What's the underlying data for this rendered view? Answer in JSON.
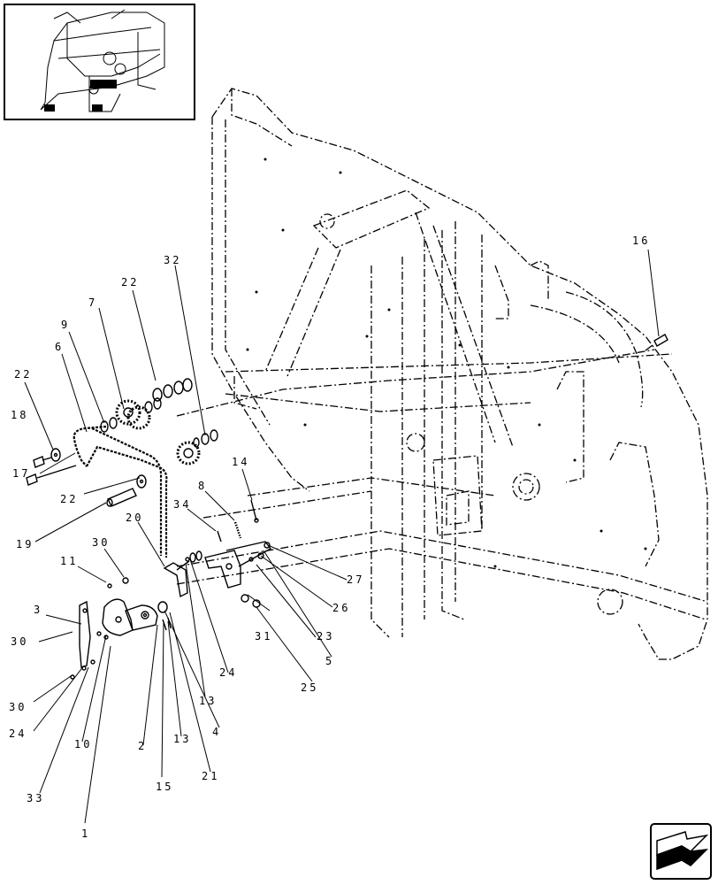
{
  "callouts": [
    {
      "id": "c16",
      "text": "16"
    },
    {
      "id": "c32",
      "text": "32"
    },
    {
      "id": "c22a",
      "text": "22"
    },
    {
      "id": "c7",
      "text": "7"
    },
    {
      "id": "c9",
      "text": "9"
    },
    {
      "id": "c6",
      "text": "6"
    },
    {
      "id": "c22b",
      "text": "22"
    },
    {
      "id": "c18",
      "text": "18"
    },
    {
      "id": "c17",
      "text": "17"
    },
    {
      "id": "c22c",
      "text": "22"
    },
    {
      "id": "c19",
      "text": "19"
    },
    {
      "id": "c14",
      "text": "14"
    },
    {
      "id": "c8",
      "text": "8"
    },
    {
      "id": "c34",
      "text": "34"
    },
    {
      "id": "c20",
      "text": "20"
    },
    {
      "id": "c30a",
      "text": "30"
    },
    {
      "id": "c11",
      "text": "11"
    },
    {
      "id": "c27",
      "text": "27"
    },
    {
      "id": "c26",
      "text": "26"
    },
    {
      "id": "c3",
      "text": "3"
    },
    {
      "id": "c30b",
      "text": "30"
    },
    {
      "id": "c31",
      "text": "31"
    },
    {
      "id": "c23",
      "text": "23"
    },
    {
      "id": "c5",
      "text": "5"
    },
    {
      "id": "c24a",
      "text": "24"
    },
    {
      "id": "c25",
      "text": "25"
    },
    {
      "id": "c30c",
      "text": "30"
    },
    {
      "id": "c24b",
      "text": "24"
    },
    {
      "id": "c13a",
      "text": "13"
    },
    {
      "id": "c4",
      "text": "4"
    },
    {
      "id": "c10",
      "text": "10"
    },
    {
      "id": "c2",
      "text": "2"
    },
    {
      "id": "c13b",
      "text": "13"
    },
    {
      "id": "c21",
      "text": "21"
    },
    {
      "id": "c15",
      "text": "15"
    },
    {
      "id": "c33",
      "text": "33"
    },
    {
      "id": "c1",
      "text": "1"
    }
  ],
  "icons": {
    "inset": "machine-location-thumbnail-icon",
    "nav": "next-page-arrow-icon"
  }
}
